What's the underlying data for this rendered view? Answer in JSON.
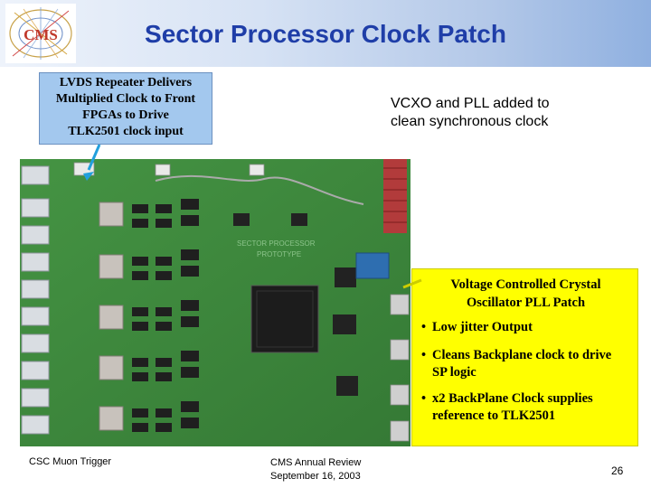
{
  "header": {
    "title": "Sector Processor Clock Patch",
    "logo_text": "CMS"
  },
  "callout_left": {
    "lines": [
      "LVDS Repeater Delivers",
      "Multiplied Clock to Front",
      "FPGAs to Drive",
      "TLK2501 clock input"
    ]
  },
  "callout_right": {
    "lines": [
      "VCXO and PLL added to",
      "clean synchronous clock"
    ]
  },
  "yellow_box": {
    "title_lines": [
      "Voltage Controlled Crystal",
      "Oscillator PLL Patch"
    ],
    "bullets": [
      {
        "lines": [
          "Low jitter Output"
        ]
      },
      {
        "lines": [
          "Cleans Backplane clock to drive",
          "SP logic"
        ]
      },
      {
        "lines": [
          "x2 BackPlane Clock supplies",
          "reference to TLK2501"
        ]
      }
    ],
    "bullet_char": "•"
  },
  "board_photo": {
    "silkscreen": [
      "SECTOR PROCESSOR",
      "PROTOTYPE"
    ]
  },
  "footer": {
    "left": "CSC Muon Trigger",
    "center_lines": [
      "CMS Annual Review",
      "September 16, 2003"
    ],
    "page_number": "26"
  },
  "colors": {
    "title": "#1f3ea8",
    "callout_left_bg": "#a3c8ee",
    "yellow_box_bg": "#ffff00",
    "pcb_green": "#3d8a3c",
    "arrow": "#22a0dd"
  }
}
